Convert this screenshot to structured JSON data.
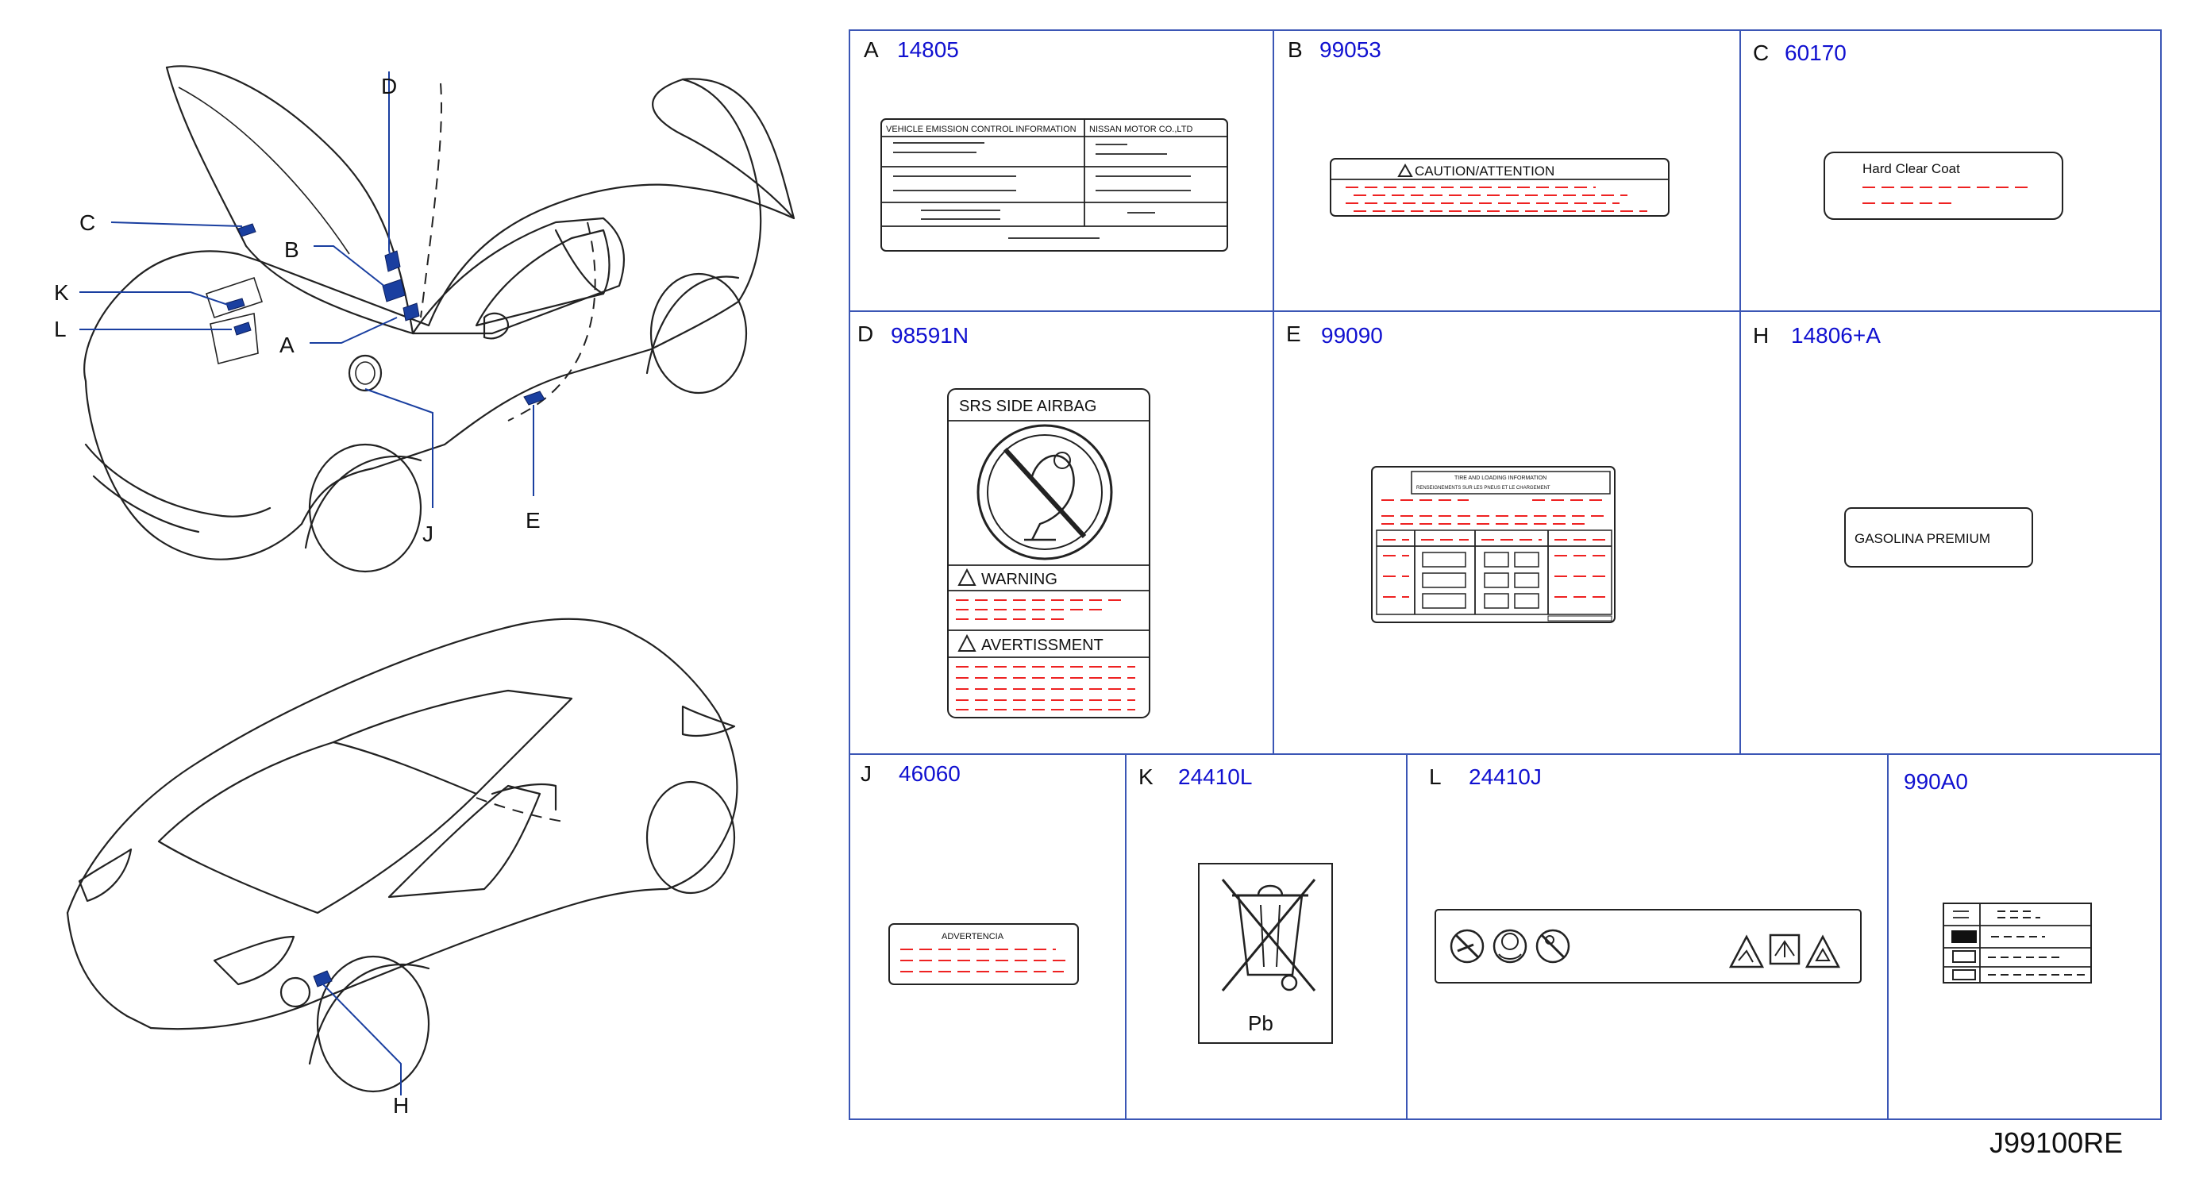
{
  "diagram_code": "J99100RE",
  "callouts": [
    "A",
    "B",
    "C",
    "D",
    "E",
    "H",
    "J",
    "K",
    "L"
  ],
  "panels": [
    {
      "id": "A",
      "letter": "A",
      "part": "14805"
    },
    {
      "id": "B",
      "letter": "B",
      "part": "99053"
    },
    {
      "id": "C",
      "letter": "C",
      "part": "60170"
    },
    {
      "id": "D",
      "letter": "D",
      "part": "98591N"
    },
    {
      "id": "E",
      "letter": "E",
      "part": "99090"
    },
    {
      "id": "H",
      "letter": "H",
      "part": "14806+A"
    },
    {
      "id": "J",
      "letter": "J",
      "part": "46060"
    },
    {
      "id": "K",
      "letter": "K",
      "part": "24410L"
    },
    {
      "id": "L",
      "letter": "L",
      "part": "24410J"
    },
    {
      "id": "M",
      "letter": "",
      "part": "990A0"
    }
  ],
  "label_text": {
    "a_vehicle": "VEHICLE   EMISSION   CONTROL   INFORMATION",
    "a_nissan": "NISSAN    MOTOR    CO.,LTD",
    "b_caution": "CAUTION/ATTENTION",
    "c_title": "Hard    Clear    Coat",
    "d_srs": "SRS    SIDE    AIRBAG",
    "d_warning": "WARNING",
    "d_avert": "AVERTISSMENT",
    "e_header": "TIRE       AND       LOADING      INFORMATION",
    "e_sub": "RENSEIGNEMENTS     SUR     LES     PNEUS     ET     LE     CHARGEMENT",
    "h_text": "GASOLINA    PREMIUM",
    "j_text": "ADVERTENCIA",
    "k_text": "Pb"
  },
  "colors": {
    "grid": "#3b56b5",
    "part": "#1010d0",
    "tag": "#1a3fa0",
    "dash": "#e22222"
  }
}
